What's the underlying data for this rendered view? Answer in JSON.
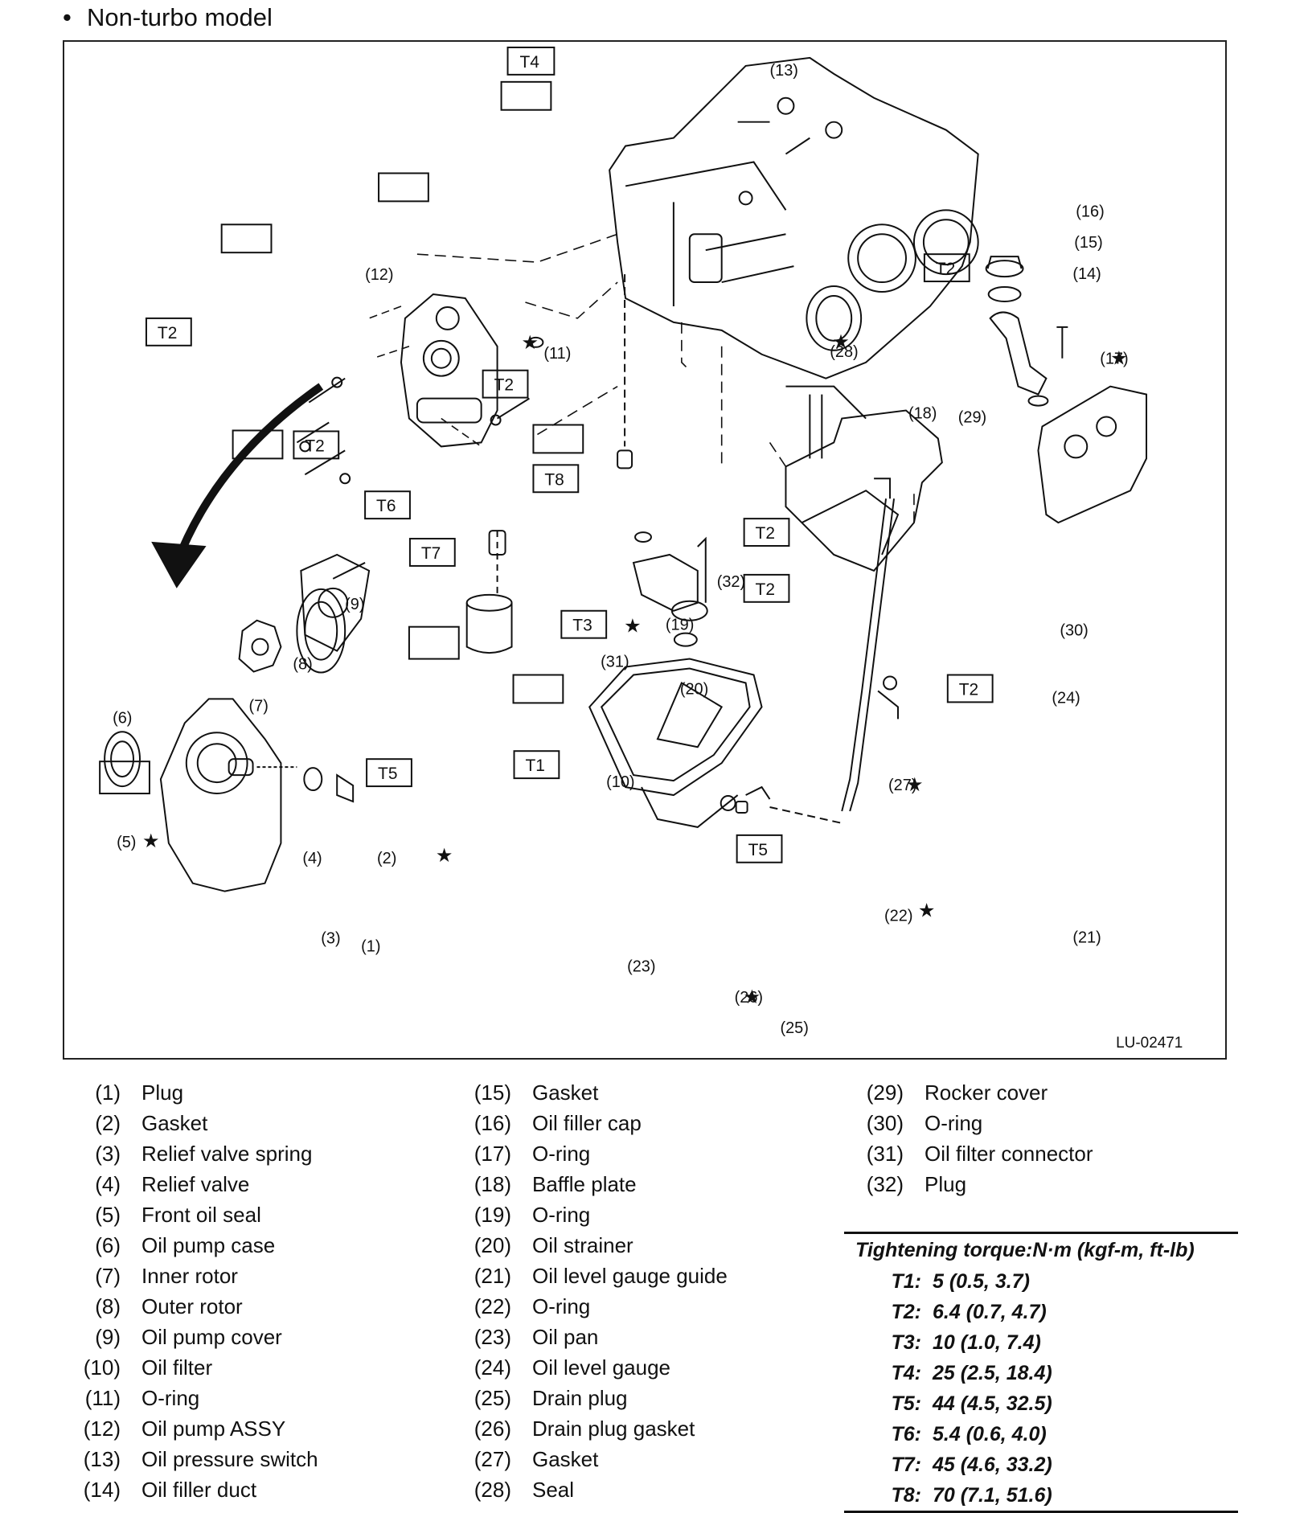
{
  "heading": {
    "bullet": "•",
    "text": "Non-turbo model"
  },
  "figure": {
    "id": "LU-02471",
    "callouts": [
      "(1)",
      "(2)",
      "(3)",
      "(4)",
      "(5)",
      "(6)",
      "(7)",
      "(8)",
      "(9)",
      "(10)",
      "(11)",
      "(12)",
      "(13)",
      "(14)",
      "(15)",
      "(16)",
      "(17)",
      "(18)",
      "(19)",
      "(20)",
      "(21)",
      "(22)",
      "(23)",
      "(24)",
      "(25)",
      "(26)",
      "(27)",
      "(28)",
      "(29)",
      "(30)",
      "(31)",
      "(32)"
    ],
    "torque_boxes": [
      "T4",
      "T2",
      "T2",
      "T2",
      "T2",
      "T6",
      "T8",
      "T7",
      "T2",
      "T2",
      "T3",
      "T2",
      "T1",
      "T5",
      "T5"
    ],
    "star": "★"
  },
  "parts": [
    {
      "num": "(1)",
      "name": "Plug"
    },
    {
      "num": "(2)",
      "name": "Gasket"
    },
    {
      "num": "(3)",
      "name": "Relief valve spring"
    },
    {
      "num": "(4)",
      "name": "Relief valve"
    },
    {
      "num": "(5)",
      "name": "Front oil seal"
    },
    {
      "num": "(6)",
      "name": "Oil pump case"
    },
    {
      "num": "(7)",
      "name": "Inner rotor"
    },
    {
      "num": "(8)",
      "name": "Outer rotor"
    },
    {
      "num": "(9)",
      "name": "Oil pump cover"
    },
    {
      "num": "(10)",
      "name": "Oil filter"
    },
    {
      "num": "(11)",
      "name": "O-ring"
    },
    {
      "num": "(12)",
      "name": "Oil pump ASSY"
    },
    {
      "num": "(13)",
      "name": "Oil pressure switch"
    },
    {
      "num": "(14)",
      "name": "Oil filler duct"
    },
    {
      "num": "(15)",
      "name": "Gasket"
    },
    {
      "num": "(16)",
      "name": "Oil filler cap"
    },
    {
      "num": "(17)",
      "name": "O-ring"
    },
    {
      "num": "(18)",
      "name": "Baffle plate"
    },
    {
      "num": "(19)",
      "name": "O-ring"
    },
    {
      "num": "(20)",
      "name": "Oil strainer"
    },
    {
      "num": "(21)",
      "name": "Oil level gauge guide"
    },
    {
      "num": "(22)",
      "name": "O-ring"
    },
    {
      "num": "(23)",
      "name": "Oil pan"
    },
    {
      "num": "(24)",
      "name": "Oil level gauge"
    },
    {
      "num": "(25)",
      "name": "Drain plug"
    },
    {
      "num": "(26)",
      "name": "Drain plug gasket"
    },
    {
      "num": "(27)",
      "name": "Gasket"
    },
    {
      "num": "(28)",
      "name": "Seal"
    },
    {
      "num": "(29)",
      "name": "Rocker cover"
    },
    {
      "num": "(30)",
      "name": "O-ring"
    },
    {
      "num": "(31)",
      "name": "Oil filter connector"
    },
    {
      "num": "(32)",
      "name": "Plug"
    }
  ],
  "torque": {
    "title": "Tightening torque:N·m (kgf-m, ft-lb)",
    "items": [
      {
        "key": "T1:",
        "value": "5 (0.5, 3.7)"
      },
      {
        "key": "T2:",
        "value": "6.4 (0.7, 4.7)"
      },
      {
        "key": "T3:",
        "value": "10 (1.0, 7.4)"
      },
      {
        "key": "T4:",
        "value": "25 (2.5, 18.4)"
      },
      {
        "key": "T5:",
        "value": "44 (4.5, 32.5)"
      },
      {
        "key": "T6:",
        "value": "5.4 (0.6, 4.0)"
      },
      {
        "key": "T7:",
        "value": "45 (4.6, 33.2)"
      },
      {
        "key": "T8:",
        "value": "70 (7.1, 51.6)"
      }
    ]
  }
}
